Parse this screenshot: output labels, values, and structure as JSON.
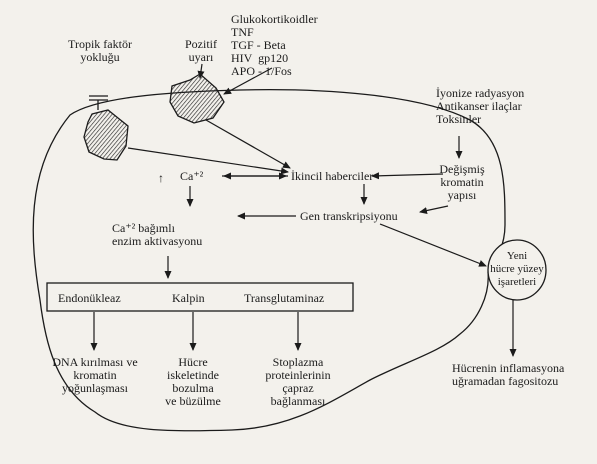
{
  "labels": {
    "tropik": "Tropik faktör\nyokluğu",
    "pozitif": "Pozitif\nuyarı",
    "stimuli": "Glukokortikoidler\nTNF\nTGF - Beta\nHIV  gp120\nAPO - 1/Fos",
    "radyasyon": "İyonize radyasyon\nAntikanser ilaçlar\nToksinler",
    "ca_up": "↑",
    "ca": "Ca⁺²",
    "ikincil": "İkincil haberciler",
    "degismis": "Değişmiş\nkromatin\nyapısı",
    "gen": "Gen transkripsiyonu",
    "enzim": "Ca⁺² bağımlı\nenzim aktivasyonu",
    "yeni": "Yeni\nhücre yüzey\nişaretleri",
    "endo": "Endonükleaz",
    "kalpin": "Kalpin",
    "trans": "Transglutaminaz",
    "dna": "DNA kırılması ve\nkromatin\nyoğunlaşması",
    "hucre": "Hücre\niskeletinde\nbozulma\nve büzülme",
    "stop": "Stoplazma\nproteinlerinin\nçapraz\nbağlanması",
    "fago": "Hücrenin inflamasyona\nuğramadan fagositozu"
  }
}
